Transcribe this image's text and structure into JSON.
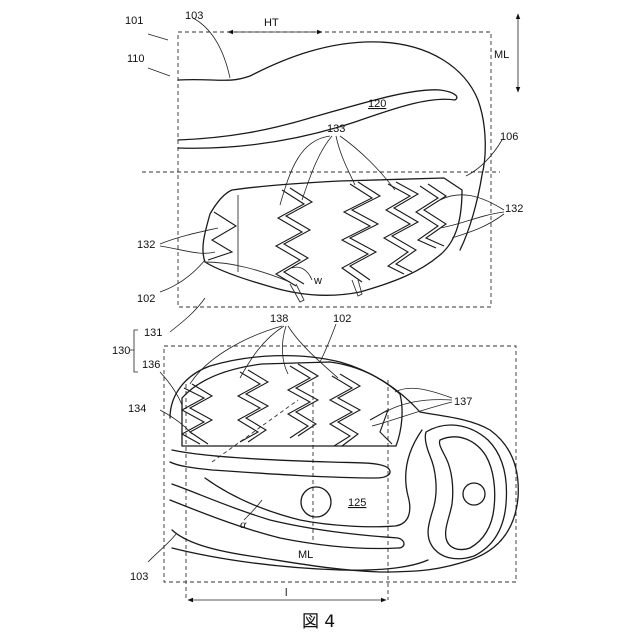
{
  "figure": {
    "caption": "図 4",
    "labels": {
      "l101": "101",
      "l103_top": "103",
      "l110": "110",
      "l120": "120",
      "l133": "133",
      "l106": "106",
      "l132_right": "132",
      "l132_left": "132",
      "l102_left": "102",
      "lw": "w",
      "l131": "131",
      "l130": "130",
      "l136": "136",
      "l138": "138",
      "l102_bottom": "102",
      "l137": "137",
      "l134": "134",
      "l125": "125",
      "lalpha": "α",
      "lML_bottom": "ML",
      "l103_bottom": "103",
      "ll": "l",
      "lHT": "HT",
      "lML_right": "ML"
    }
  }
}
